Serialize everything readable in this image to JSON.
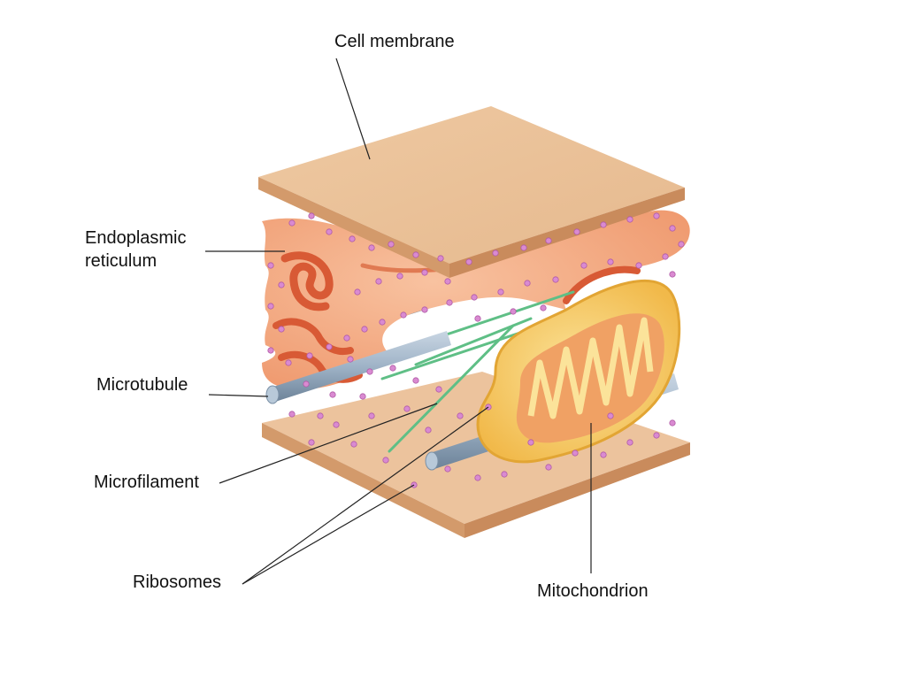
{
  "labels": {
    "cell_membrane": "Cell membrane",
    "er_line1": "Endoplasmic",
    "er_line2": "reticulum",
    "microtubule": "Microtubule",
    "microfilament": "Microfilament",
    "ribosomes": "Ribosomes",
    "mitochondrion": "Mitochondrion"
  },
  "colors": {
    "membrane_top": "#eac29a",
    "membrane_edge": "#d49566",
    "er_fill": "#f2a27a",
    "er_inner": "#e06a42",
    "microtubule": "#9fb3c7",
    "microfilament": "#5fbf86",
    "ribosome": "#d98ad1",
    "mito_outer": "#f6c75a",
    "mito_inner": "#f0a164"
  }
}
